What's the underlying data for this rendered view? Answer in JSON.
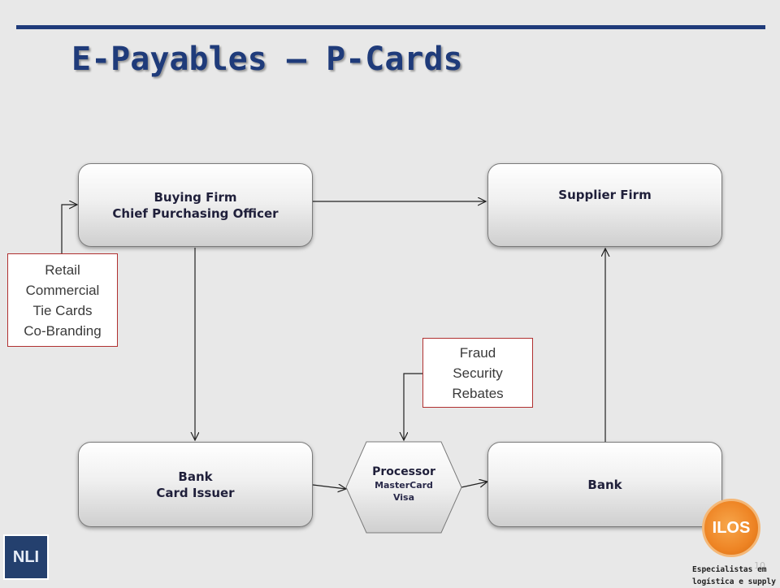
{
  "slide": {
    "title": "E-Payables – P-Cards",
    "page_number": "10"
  },
  "nodes": {
    "buying_firm": {
      "line1": "Buying Firm",
      "line2": "Chief Purchasing Officer"
    },
    "supplier_firm": {
      "label": "Supplier Firm"
    },
    "bank_issuer": {
      "line1": "Bank",
      "line2": "Card Issuer"
    },
    "processor": {
      "title": "Processor",
      "line1": "MasterCard",
      "line2": "Visa"
    },
    "bank": {
      "label": "Bank"
    }
  },
  "notes": {
    "card_types": [
      "Retail",
      "Commercial",
      "Tie Cards",
      "Co-Branding"
    ],
    "processor_services": [
      "Fraud",
      "Security",
      "Rebates"
    ]
  },
  "connections": [
    {
      "from": "buying_firm",
      "to": "supplier_firm"
    },
    {
      "from": "buying_firm",
      "to": "bank_issuer"
    },
    {
      "from": "bank_issuer",
      "to": "processor"
    },
    {
      "from": "processor",
      "to": "bank"
    },
    {
      "from": "bank",
      "to": "supplier_firm"
    },
    {
      "from": "card_types",
      "to": "buying_firm"
    },
    {
      "from": "processor_services",
      "to": "processor"
    }
  ],
  "logos": {
    "left": "NLI",
    "right": "ILOS",
    "tagline_line1": "Especialistas em",
    "tagline_line2": "logística e supply chain"
  },
  "colors": {
    "title": "#1f3b7a",
    "rule": "#1f3b7a",
    "note_border": "#b03030",
    "ilos_orange": "#ee8424",
    "nli_blue": "#24406e"
  }
}
